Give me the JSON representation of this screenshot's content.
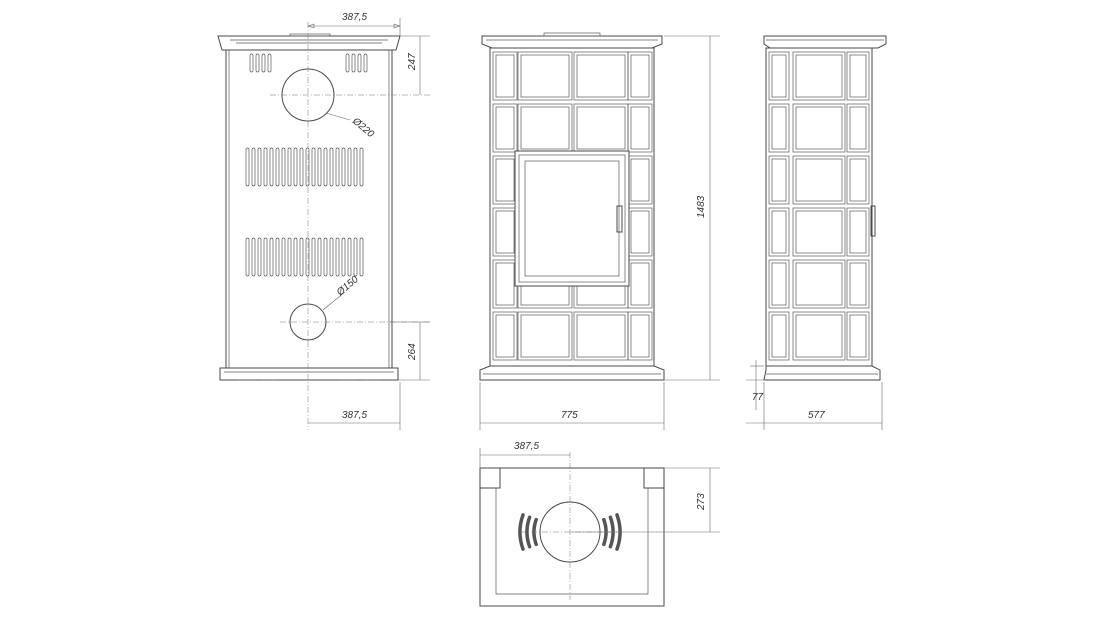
{
  "colors": {
    "line": "#4a4a4a",
    "background": "#ffffff"
  },
  "dimensions": {
    "back_top_width": "387,5",
    "back_top_outlet_height": "247",
    "back_top_outlet_diameter": "Ø220",
    "back_bottom_outlet_diameter": "Ø150",
    "back_bottom_outlet_height": "264",
    "back_bottom_width": "387,5",
    "front_width": "775",
    "front_height": "1483",
    "side_depth": "577",
    "side_offset": "77",
    "top_view_width": "387,5",
    "top_view_depth": "273"
  }
}
